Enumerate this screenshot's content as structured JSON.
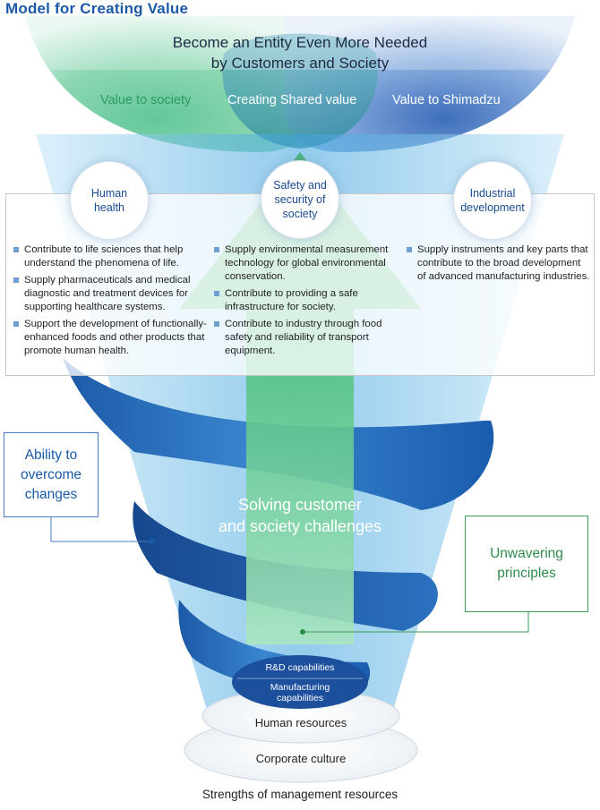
{
  "title": "Model for Creating Value",
  "goal": {
    "line1": "Become an Entity Even More Needed",
    "line2": "by Customers and Society"
  },
  "values": {
    "left": "Value to society",
    "middle": "Creating Shared value",
    "right": "Value to Shimadzu"
  },
  "circles": {
    "human_health": {
      "line1": "Human",
      "line2": "health"
    },
    "safety": {
      "line1": "Safety and",
      "line2": "security of",
      "line3": "society"
    },
    "industrial": {
      "line1": "Industrial",
      "line2": "development"
    }
  },
  "columns": {
    "human_health": [
      "Contribute to life sciences that help understand the phenomena of life.",
      "Supply pharmaceuticals and medical diagnostic and treatment devices for supporting healthcare systems.",
      "Support the development of functionally-enhanced foods and other products that promote human health."
    ],
    "safety": [
      "Supply environmental measurement technology for global environmental conservation.",
      "Contribute to providing a safe infrastructure for society.",
      "Contribute to industry through food safety and reliability of transport equipment."
    ],
    "industrial": [
      "Supply instruments and key parts that contribute to the broad development of advanced manufacturing industries."
    ]
  },
  "callouts": {
    "ability": {
      "line1": "Ability to",
      "line2": "overcome",
      "line3": "changes"
    },
    "principles": {
      "line1": "Unwavering",
      "line2": "principles"
    }
  },
  "center": {
    "line1": "Solving customer",
    "line2": "and society challenges"
  },
  "capabilities": {
    "rd": "R&D capabilities",
    "mfg_line1": "Manufacturing",
    "mfg_line2": "capabilities"
  },
  "resources": {
    "human": "Human resources",
    "culture": "Corporate culture"
  },
  "footer": "Strengths of management resources",
  "colors": {
    "brand_blue": "#1a5aa6",
    "society_green": "#2c9a66",
    "shimadzu_blue": "#2d62b5",
    "principles_green": "#3c9a56"
  }
}
